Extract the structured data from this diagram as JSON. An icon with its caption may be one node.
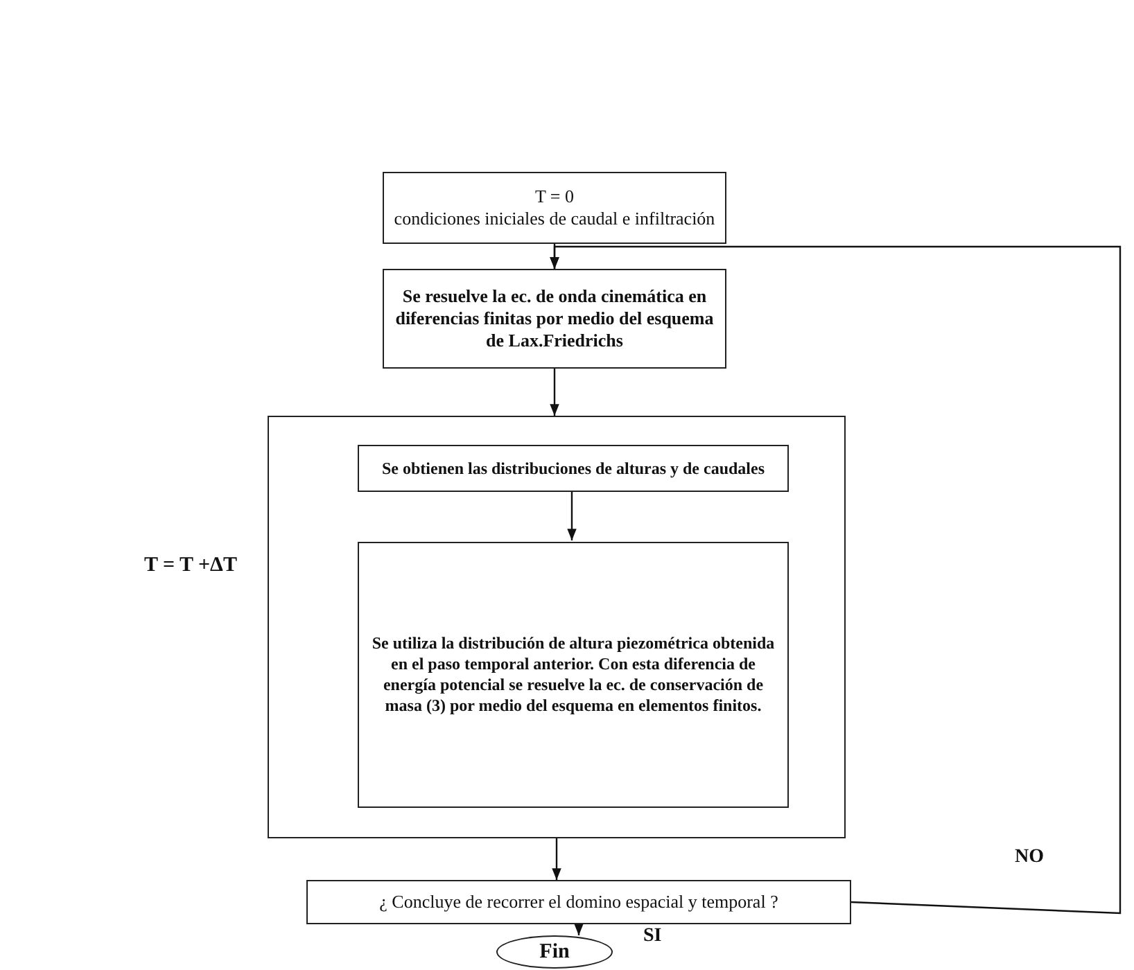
{
  "diagram": {
    "nodes": [
      {
        "text": [
          "T = 0",
          "condiciones iniciales de caudal e infiltración"
        ]
      },
      {
        "text": [
          "Se resuelve la ec. de onda cinemática en diferencias finitas por medio del esquema de Lax.Friedrichs"
        ]
      },
      {
        "text": [],
        "shape": "box"
      },
      {
        "text": [
          "Se obtienen las distribuciones de alturas y de caudales"
        ],
        "in": 2
      },
      {
        "text": [
          "Se utiliza la distribución de altura piezométrica obtenida en el paso temporal anterior. Con esta diferencia de energía potencial se resuelve la ec. de conservación de masa (3) por medio del esquema en elementos finitos."
        ],
        "in": 2
      },
      {
        "text": [
          "¿ Concluye de recorrer el domino espacial y temporal ?"
        ]
      },
      {
        "text": [
          "Fin"
        ]
      }
    ],
    "edges": [
      {
        "from": 0,
        "to": 1,
        "arrow": "to"
      },
      {
        "from": 1,
        "to": 2,
        "arrow": "to"
      },
      {
        "from": 3,
        "to": 4,
        "arrow": "to"
      },
      {
        "from": 2,
        "to": 5,
        "arrow": "to"
      },
      {
        "from": 5,
        "to": 6,
        "arrow": "to",
        "label": "SI"
      },
      {
        "from": 5,
        "to": 1,
        "arrow": "to",
        "label": "NO"
      }
    ],
    "labels": [
      "T = T +ΔT"
    ]
  }
}
